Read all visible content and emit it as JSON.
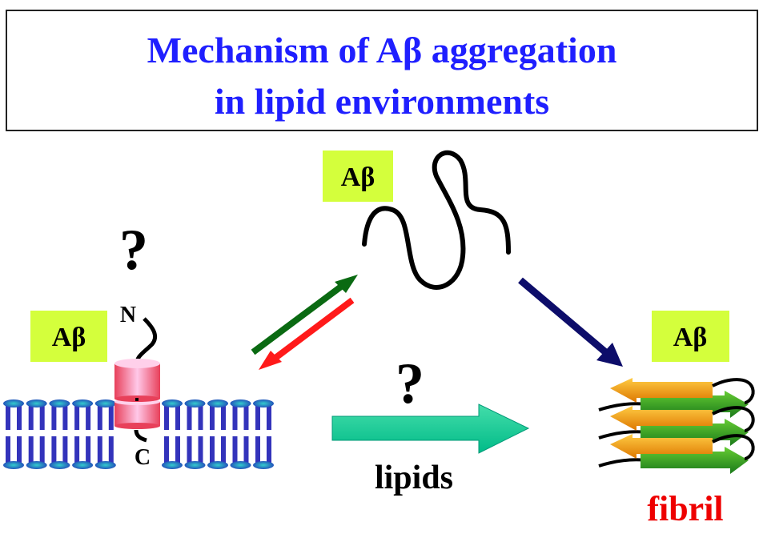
{
  "title": {
    "line1": "Mechanism of Aβ aggregation",
    "line2": "in lipid environments"
  },
  "labels": {
    "ab_free": "Aβ",
    "ab_membrane": "Aβ",
    "ab_fibril": "Aβ",
    "question_membrane": "?",
    "question_lipids": "?",
    "n_terminus": "N",
    "c_terminus": "C",
    "lipids": "lipids",
    "fibril": "fibril"
  },
  "colors": {
    "title": "#1f1fff",
    "label_box": "#d4ff3c",
    "fibril_text": "#ee0000",
    "lipid": "#3333bb"
  }
}
